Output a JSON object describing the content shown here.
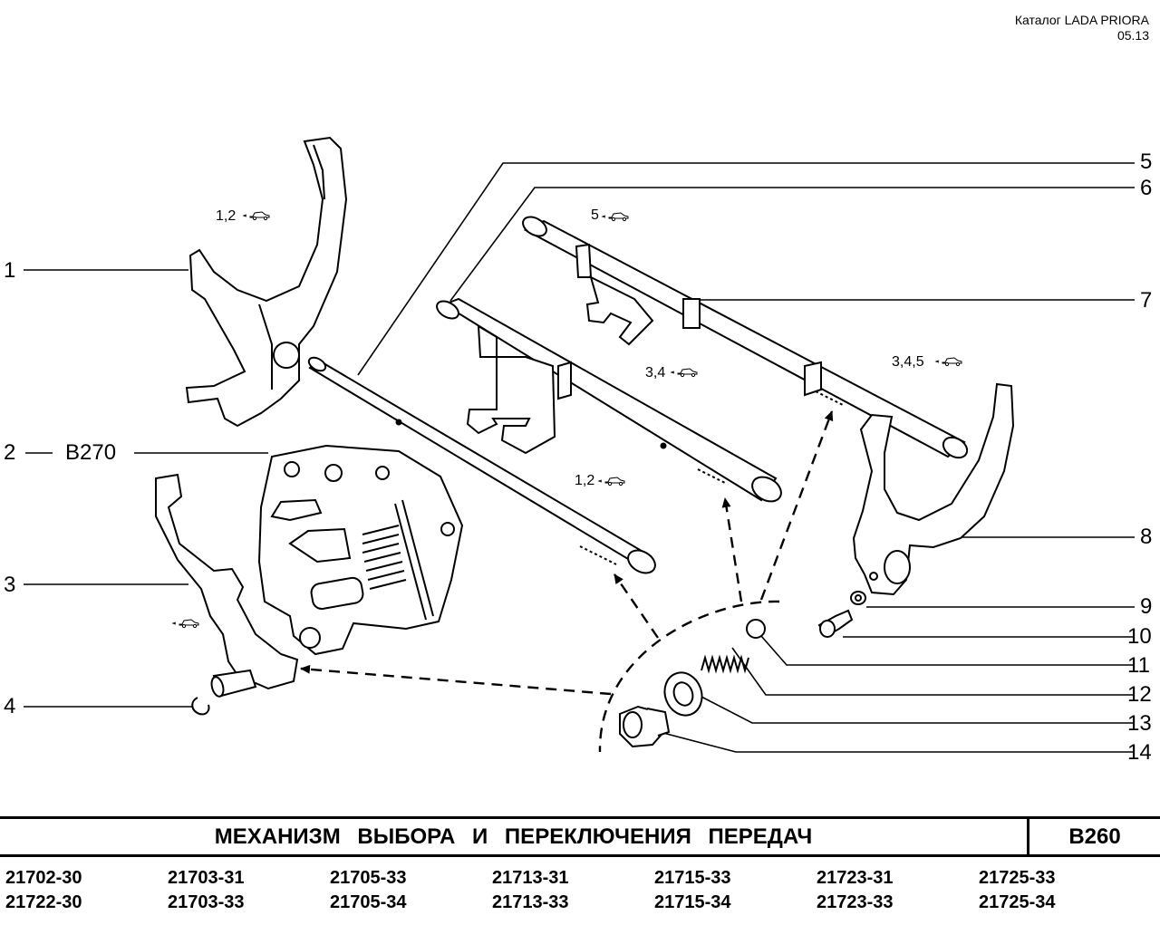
{
  "header": {
    "catalog": "Каталог LADA PRIORA",
    "date": "05.13"
  },
  "callouts": {
    "c1": "1",
    "c2": "2",
    "c2ref": "В270",
    "c3": "3",
    "c4": "4",
    "c5": "5",
    "c6": "6",
    "c7": "7",
    "c8": "8",
    "c9": "9",
    "c10": "10",
    "c11": "11",
    "c12": "12",
    "c13": "13",
    "c14": "14"
  },
  "annotations": {
    "fork_12": "1,2",
    "rod_5": "5",
    "rod_34": "3,4",
    "rod_345": "3,4,5",
    "rod_12": "1,2"
  },
  "icon_names": [
    "car-icon"
  ],
  "title": {
    "name": "МЕХАНИЗМ ВЫБОРА И ПЕРЕКЛЮЧЕНИЯ ПЕРЕДАЧ",
    "code": "В260"
  },
  "models": [
    "21702-30",
    "21703-31",
    "21705-33",
    "21713-31",
    "21715-33",
    "21723-31",
    "21725-33",
    "21722-30",
    "21703-33",
    "21705-34",
    "21713-33",
    "21715-34",
    "21723-33",
    "21725-34"
  ]
}
